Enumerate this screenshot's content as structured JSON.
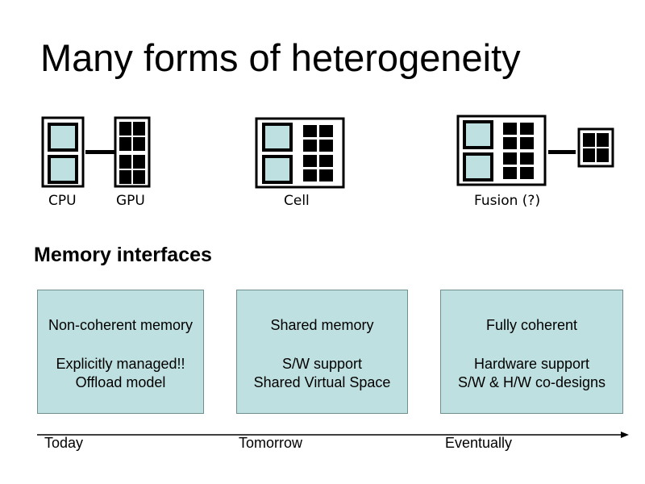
{
  "title": "Many forms of heterogeneity",
  "chip_labels": {
    "cpu": "CPU",
    "gpu": "GPU",
    "cell": "Cell",
    "fusion": "Fusion (?)"
  },
  "section_title": "Memory interfaces",
  "boxes": [
    {
      "heading": "Non-coherent memory",
      "line1": "Explicitly managed!!",
      "line2": "Offload model"
    },
    {
      "heading": "Shared memory",
      "line1": "S/W support",
      "line2": "Shared Virtual Space"
    },
    {
      "heading": "Fully coherent",
      "line1": "Hardware support",
      "line2": "S/W & H/W co-designs"
    }
  ],
  "timeline": {
    "labels": [
      "Today",
      "Tomorrow",
      "Eventually"
    ]
  },
  "colors": {
    "core_fill": "#bfe0e0",
    "box_fill": "#bfe0e0",
    "black": "#000000"
  }
}
